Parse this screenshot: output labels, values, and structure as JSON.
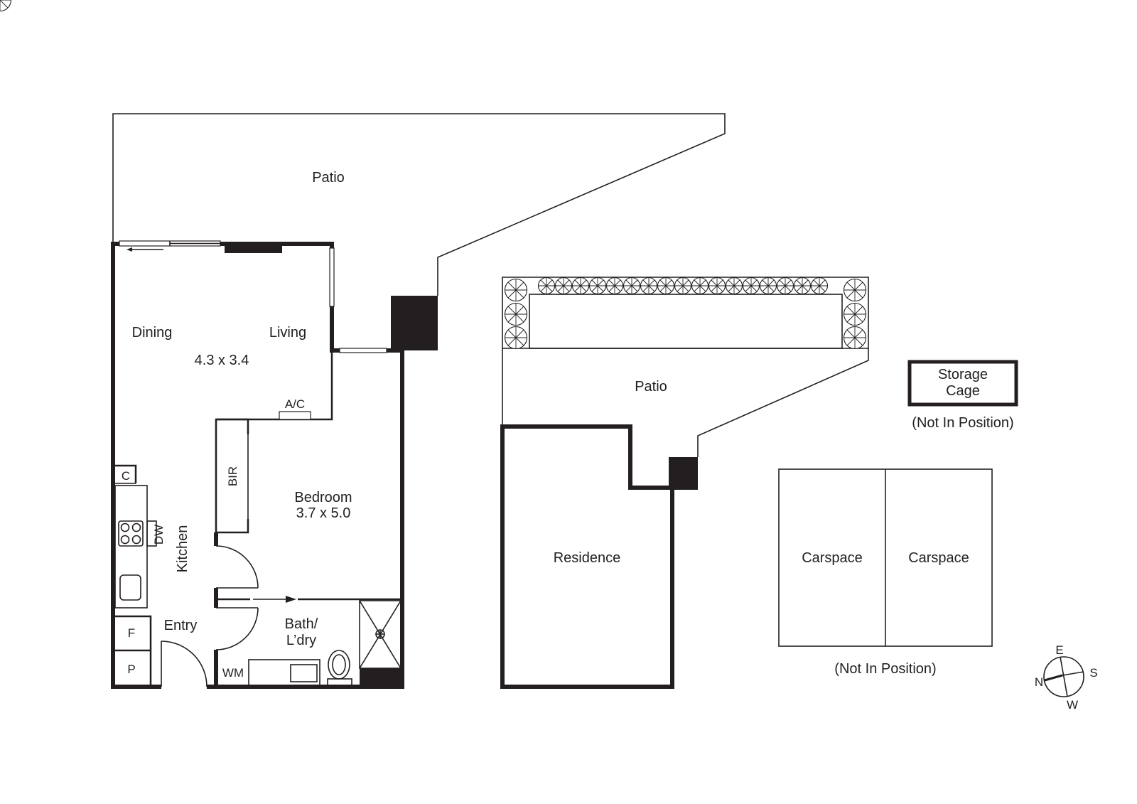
{
  "plan": {
    "upper_patio": {
      "label": "Patio"
    },
    "apartment": {
      "dining": {
        "label": "Dining"
      },
      "living": {
        "label": "Living"
      },
      "living_size": {
        "label": "4.3 x 3.4"
      },
      "ac": {
        "label": "A/C"
      },
      "bir": {
        "label": "BIR"
      },
      "bedroom": {
        "label": "Bedroom",
        "size": "3.7 x 5.0"
      },
      "cupboard": {
        "label": "C"
      },
      "dishwasher": {
        "label": "DW"
      },
      "kitchen": {
        "label": "Kitchen"
      },
      "fridge": {
        "label": "F"
      },
      "pantry": {
        "label": "P"
      },
      "entry": {
        "label": "Entry"
      },
      "bath": {
        "label_line1": "Bath/",
        "label_line2": "L’dry"
      },
      "washing_machine": {
        "label": "WM"
      }
    },
    "site": {
      "lower_patio": {
        "label": "Patio"
      },
      "residence": {
        "label": "Residence"
      },
      "storage_cage": {
        "label_line1": "Storage",
        "label_line2": "Cage",
        "note": "(Not In Position)"
      },
      "carspaces": {
        "items": [
          {
            "label": "Carspace"
          },
          {
            "label": "Carspace"
          }
        ],
        "note": "(Not In Position)"
      }
    },
    "compass": {
      "n": "N",
      "e": "E",
      "s": "S",
      "w": "W"
    }
  },
  "colors": {
    "line": "#231f20",
    "background": "#ffffff"
  }
}
